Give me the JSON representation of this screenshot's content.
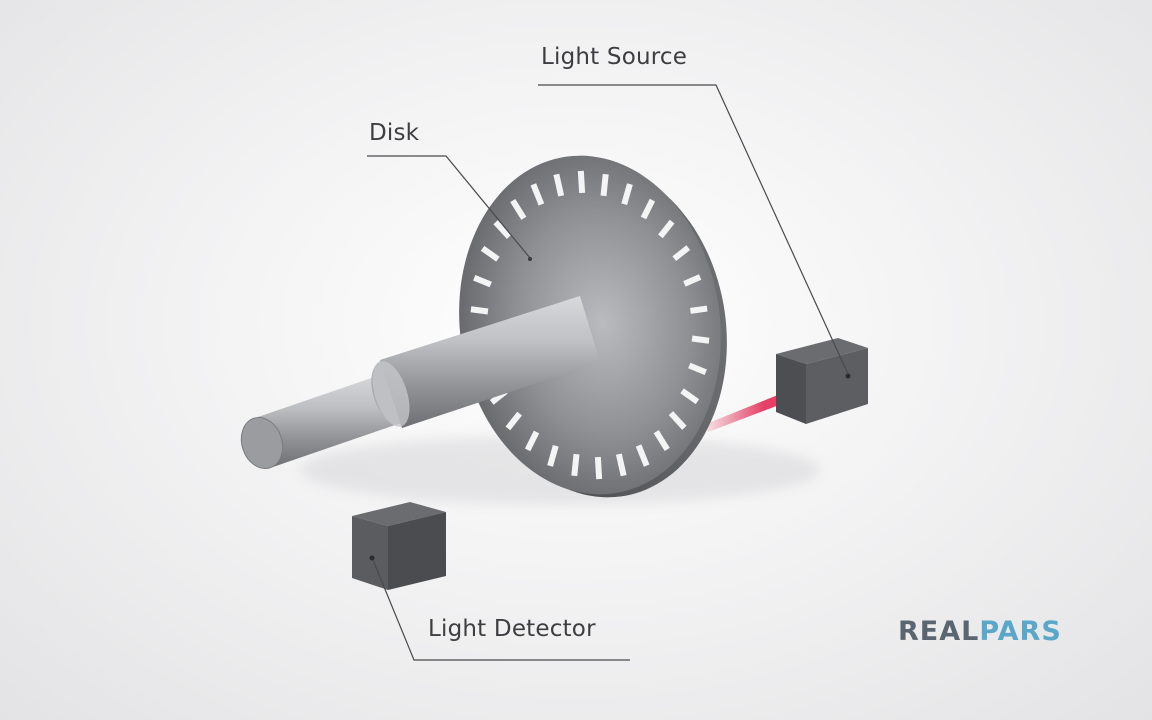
{
  "labels": {
    "light_source": "Light Source",
    "disk": "Disk",
    "light_detector": "Light Detector"
  },
  "logo": {
    "part1": "REAL",
    "part2": "PARS"
  },
  "colors": {
    "beam": "#e0204c",
    "logo_dark": "#5a6570",
    "logo_accent": "#5aa7c9"
  }
}
